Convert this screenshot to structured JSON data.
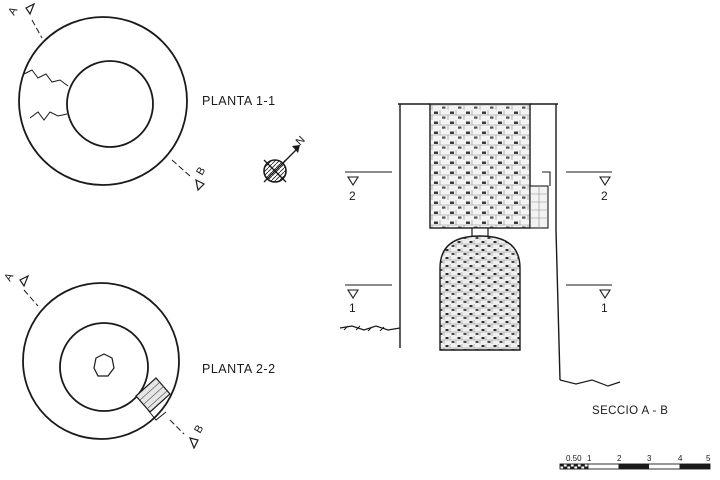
{
  "plan_top": {
    "title": "PLANTA 1-1",
    "section_letter_a": "A",
    "section_letter_b": "B"
  },
  "plan_bottom": {
    "title": "PLANTA 2-2",
    "section_letter_a": "A",
    "section_letter_b": "B"
  },
  "north_arrow": {
    "letter": "N"
  },
  "section": {
    "title": "SECCIO  A - B",
    "level_left_upper": "2",
    "level_right_upper": "2",
    "level_left_lower": "1",
    "level_right_lower": "1"
  },
  "scale_bar": {
    "labels": [
      "0.50",
      "1",
      "2",
      "3",
      "4",
      "5"
    ]
  }
}
